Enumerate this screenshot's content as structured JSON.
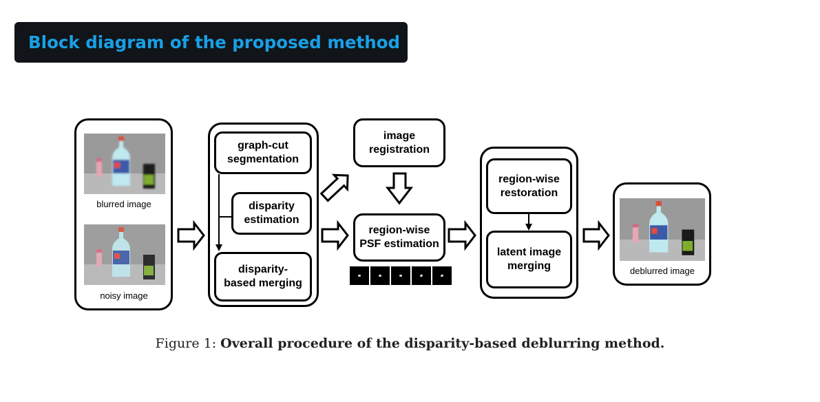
{
  "title": "Block diagram of the proposed method",
  "inputs": {
    "blurred_label": "blurred image",
    "noisy_label": "noisy image"
  },
  "segmentation_module": {
    "graph_cut": "graph-cut segmentation",
    "disparity_estimation": "disparity estimation",
    "disparity_merging": "disparity-based merging"
  },
  "registration": "image registration",
  "psf_estimation": "region-wise PSF estimation",
  "restoration_module": {
    "region_restoration": "region-wise restoration",
    "latent_merging": "latent image merging"
  },
  "output_label": "deblurred image",
  "caption": {
    "prefix": "Figure 1:",
    "text": "Overall procedure of the disparity-based deblurring method."
  }
}
